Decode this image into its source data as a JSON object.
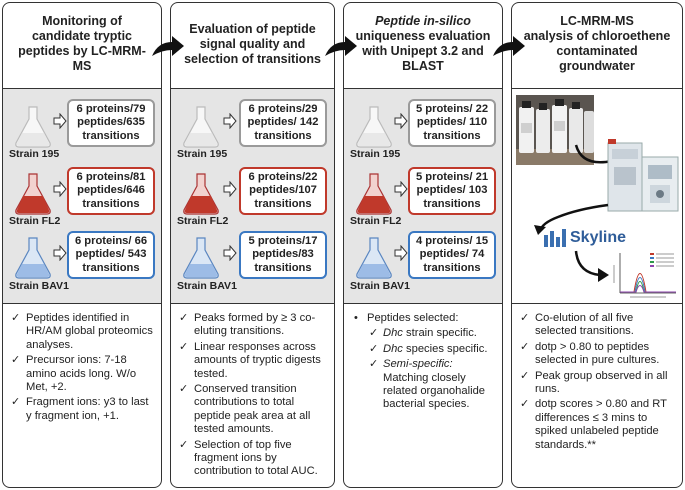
{
  "columns": [
    {
      "header": [
        "Monitoring of",
        "candidate tryptic",
        "peptides by LC-MRM-",
        "MS"
      ],
      "strains": [
        {
          "name": "Strain 195",
          "lines": [
            "6 proteins/79",
            "peptides/635",
            "transitions"
          ],
          "color": "#9a9a9a"
        },
        {
          "name": "Strain FL2",
          "lines": [
            "6 proteins/81",
            "peptides/646",
            "transitions"
          ],
          "color": "#c0392b"
        },
        {
          "name": "Strain BAV1",
          "lines": [
            "6 proteins/ 66",
            "peptides/ 543",
            "transitions"
          ],
          "color": "#3a78c2"
        }
      ],
      "notes": [
        "Peptides identified in HR/AM global proteomics analyses.",
        "Precursor ions: 7-18 amino acids long. W/o Met, +2.",
        "Fragment ions: y3 to last y fragment ion, +1."
      ]
    },
    {
      "header": [
        "Evaluation of peptide",
        "signal quality and",
        "selection of transitions"
      ],
      "strains": [
        {
          "name": "Strain 195",
          "lines": [
            "6 proteins/29",
            "peptides/ 142",
            "transitions"
          ],
          "color": "#9a9a9a"
        },
        {
          "name": "Strain FL2",
          "lines": [
            "6 proteins/22",
            "peptides/107",
            "transitions"
          ],
          "color": "#c0392b"
        },
        {
          "name": "Strain BAV1",
          "lines": [
            "5 proteins/17",
            "peptides/83",
            "transitions"
          ],
          "color": "#3a78c2"
        }
      ],
      "notes": [
        "Peaks formed by ≥ 3 co-eluting transitions.",
        "Linear responses across amounts of tryptic digests tested.",
        "Conserved transition contributions to total peptide peak area at all tested amounts.",
        "Selection of top five fragment ions by contribution to total AUC."
      ]
    },
    {
      "header_italic": "Peptide in-silico",
      "header": [
        "uniqueness evaluation",
        "with Unipept 3.2 and",
        "BLAST"
      ],
      "strains": [
        {
          "name": "Strain 195",
          "lines": [
            "5 proteins/ 22",
            "peptides/ 110",
            "transitions"
          ],
          "color": "#9a9a9a"
        },
        {
          "name": "Strain FL2",
          "lines": [
            "5 proteins/ 21",
            "peptides/ 103",
            "transitions"
          ],
          "color": "#c0392b"
        },
        {
          "name": "Strain BAV1",
          "lines": [
            "4 proteins/ 15",
            "peptides/ 74",
            "transitions"
          ],
          "color": "#3a78c2"
        }
      ],
      "notes_intro": "Peptides selected:",
      "notes_sub": [
        {
          "em": "Dhc",
          "text": " strain specific."
        },
        {
          "em": "Dhc",
          "text": " species specific."
        },
        {
          "em": "Semi-specific:",
          "text": " Matching closely related organohalide bacterial species."
        }
      ]
    },
    {
      "header": [
        "LC-MRM-MS",
        "analysis of chloroethene",
        "contaminated groundwater"
      ],
      "software_label": "Skyline",
      "notes": [
        "Co-elution of all five selected transitions.",
        "dotp > 0.80 to peptides selected in pure cultures.",
        "Peak group observed in all runs.",
        "dotp scores > 0.80 and RT differences ≤ 3 mins to spiked unlabeled peptide standards.**"
      ]
    }
  ],
  "colors": {
    "panel_bg": "#e5e5e5",
    "border": "#333333",
    "gray": "#9a9a9a",
    "red": "#c0392b",
    "blue": "#3a78c2",
    "arrow": "#111111"
  }
}
